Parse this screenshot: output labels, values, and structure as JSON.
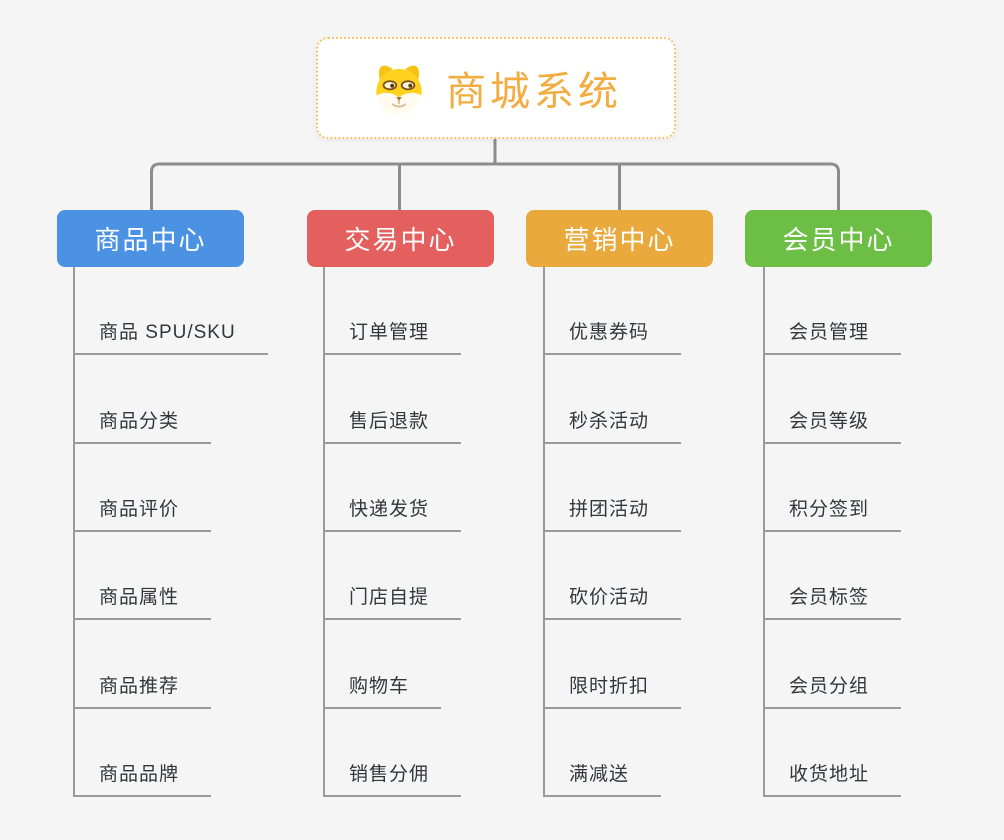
{
  "root": {
    "label": "商城系统",
    "text_color": "#f2ac3f",
    "border_color": "#f3c56f",
    "icon": "doge-icon"
  },
  "connector_color": "#8c8c8c",
  "line_color": "#9a9a9a",
  "branches": [
    {
      "label": "商品中心",
      "color": "#4b92e3",
      "children": [
        "商品 SPU/SKU",
        "商品分类",
        "商品评价",
        "商品属性",
        "商品推荐",
        "商品品牌"
      ]
    },
    {
      "label": "交易中心",
      "color": "#e4605e",
      "children": [
        "订单管理",
        "售后退款",
        "快递发货",
        "门店自提",
        "购物车",
        "销售分佣"
      ]
    },
    {
      "label": "营销中心",
      "color": "#e9a93d",
      "children": [
        "优惠券码",
        "秒杀活动",
        "拼团活动",
        "砍价活动",
        "限时折扣",
        "满减送"
      ]
    },
    {
      "label": "会员中心",
      "color": "#6cbe45",
      "children": [
        "会员管理",
        "会员等级",
        "积分签到",
        "会员标签",
        "会员分组",
        "收货地址"
      ]
    }
  ]
}
